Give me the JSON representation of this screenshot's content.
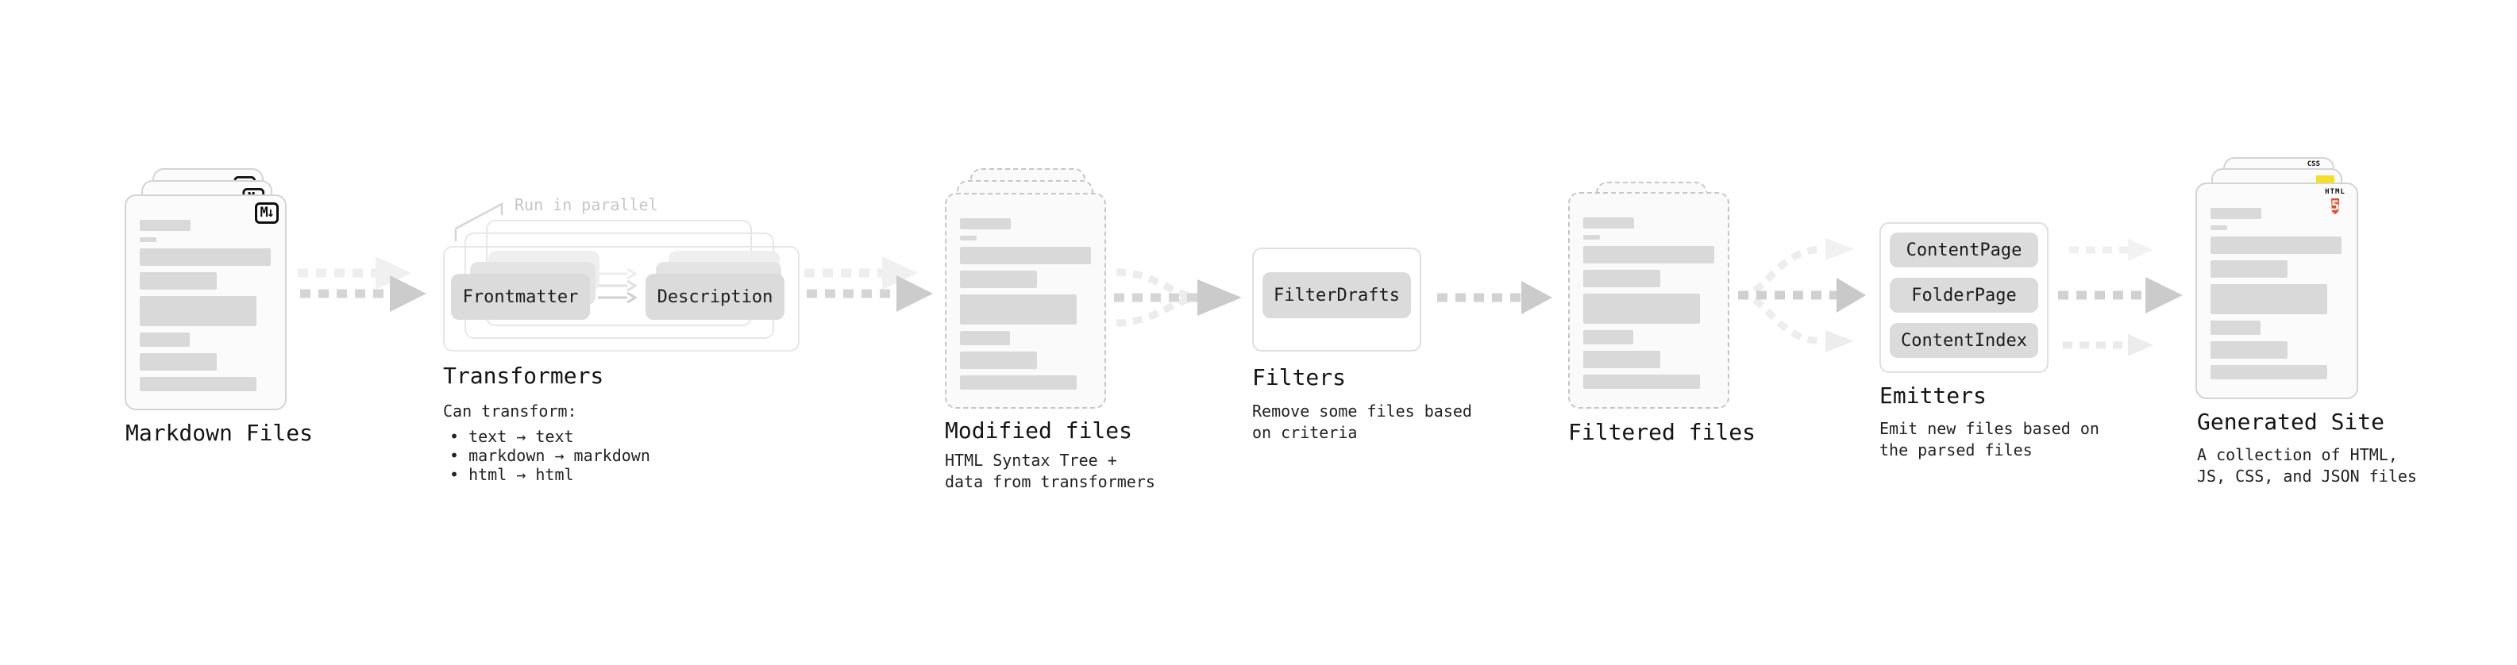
{
  "stages": {
    "markdown_files": {
      "label": "Markdown Files",
      "file_badge": "M↓"
    },
    "transformers": {
      "annotation": "Run in parallel",
      "transformer_a": "Frontmatter",
      "transformer_b": "Description",
      "heading": "Transformers",
      "description_title": "Can transform:",
      "bullets": [
        "• text → text",
        "• markdown → markdown",
        "• html → html"
      ]
    },
    "modified_files": {
      "heading": "Modified files",
      "description": "HTML Syntax Tree +\ndata from transformers"
    },
    "filters": {
      "filter_button": "FilterDrafts",
      "heading": "Filters",
      "description": "Remove some files based\non criteria"
    },
    "filtered_files": {
      "heading": "Filtered files"
    },
    "emitters": {
      "emitter_buttons": [
        "ContentPage",
        "FolderPage",
        "ContentIndex"
      ],
      "heading": "Emitters",
      "description": "Emit new files based on\nthe parsed files"
    },
    "generated_site": {
      "heading": "Generated Site",
      "description": "A collection of HTML,\nJS, CSS, and JSON files",
      "css_badge": "CSS",
      "html_badge_label": "HTML",
      "html_badge_number": "5"
    }
  },
  "colors": {
    "accent_html5": "#e44d26",
    "accent_js": "#f7df1e",
    "accent_css": "#2965f1",
    "chip_gray": "#dbdbdb",
    "faded_text": "#c6c6c6"
  }
}
